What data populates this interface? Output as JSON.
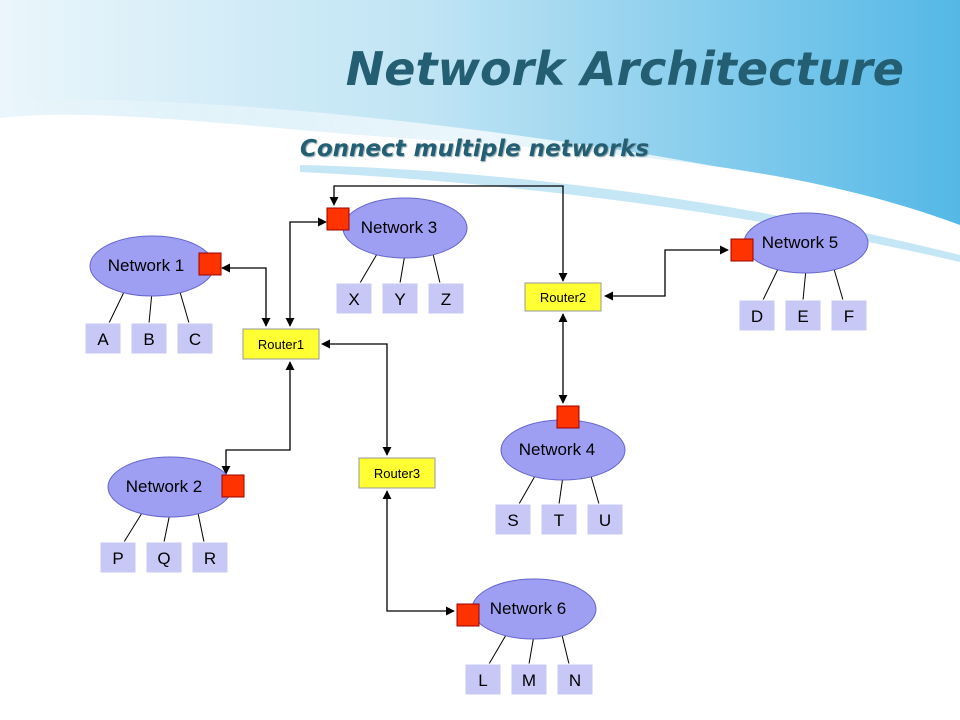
{
  "slide": {
    "title": "Network Architecture",
    "subtitle": "Connect multiple networks"
  },
  "colors": {
    "network_fill": "#9e9ff3",
    "network_stroke": "#6666cc",
    "host_fill": "#c7c8f5",
    "router_fill": "#ffff33",
    "port_fill": "#ff3300",
    "link": "#000000",
    "title": "#245e72"
  },
  "networks": [
    {
      "id": "n1",
      "label": "Network 1",
      "hosts": [
        "A",
        "B",
        "C"
      ]
    },
    {
      "id": "n2",
      "label": "Network 2",
      "hosts": [
        "P",
        "Q",
        "R"
      ]
    },
    {
      "id": "n3",
      "label": "Network 3",
      "hosts": [
        "X",
        "Y",
        "Z"
      ]
    },
    {
      "id": "n4",
      "label": "Network 4",
      "hosts": [
        "S",
        "T",
        "U"
      ]
    },
    {
      "id": "n5",
      "label": "Network 5",
      "hosts": [
        "D",
        "E",
        "F"
      ]
    },
    {
      "id": "n6",
      "label": "Network 6",
      "hosts": [
        "L",
        "M",
        "N"
      ]
    }
  ],
  "routers": [
    {
      "id": "r1",
      "label": "Router1"
    },
    {
      "id": "r2",
      "label": "Router2"
    },
    {
      "id": "r3",
      "label": "Router3"
    }
  ],
  "links": [
    {
      "from": "n1",
      "to": "r1"
    },
    {
      "from": "n3",
      "to": "r1"
    },
    {
      "from": "n2",
      "to": "r1"
    },
    {
      "from": "r1",
      "to": "r3"
    },
    {
      "from": "n6",
      "to": "r3"
    },
    {
      "from": "n3",
      "to": "r2"
    },
    {
      "from": "n5",
      "to": "r2"
    },
    {
      "from": "n4",
      "to": "r2"
    }
  ]
}
